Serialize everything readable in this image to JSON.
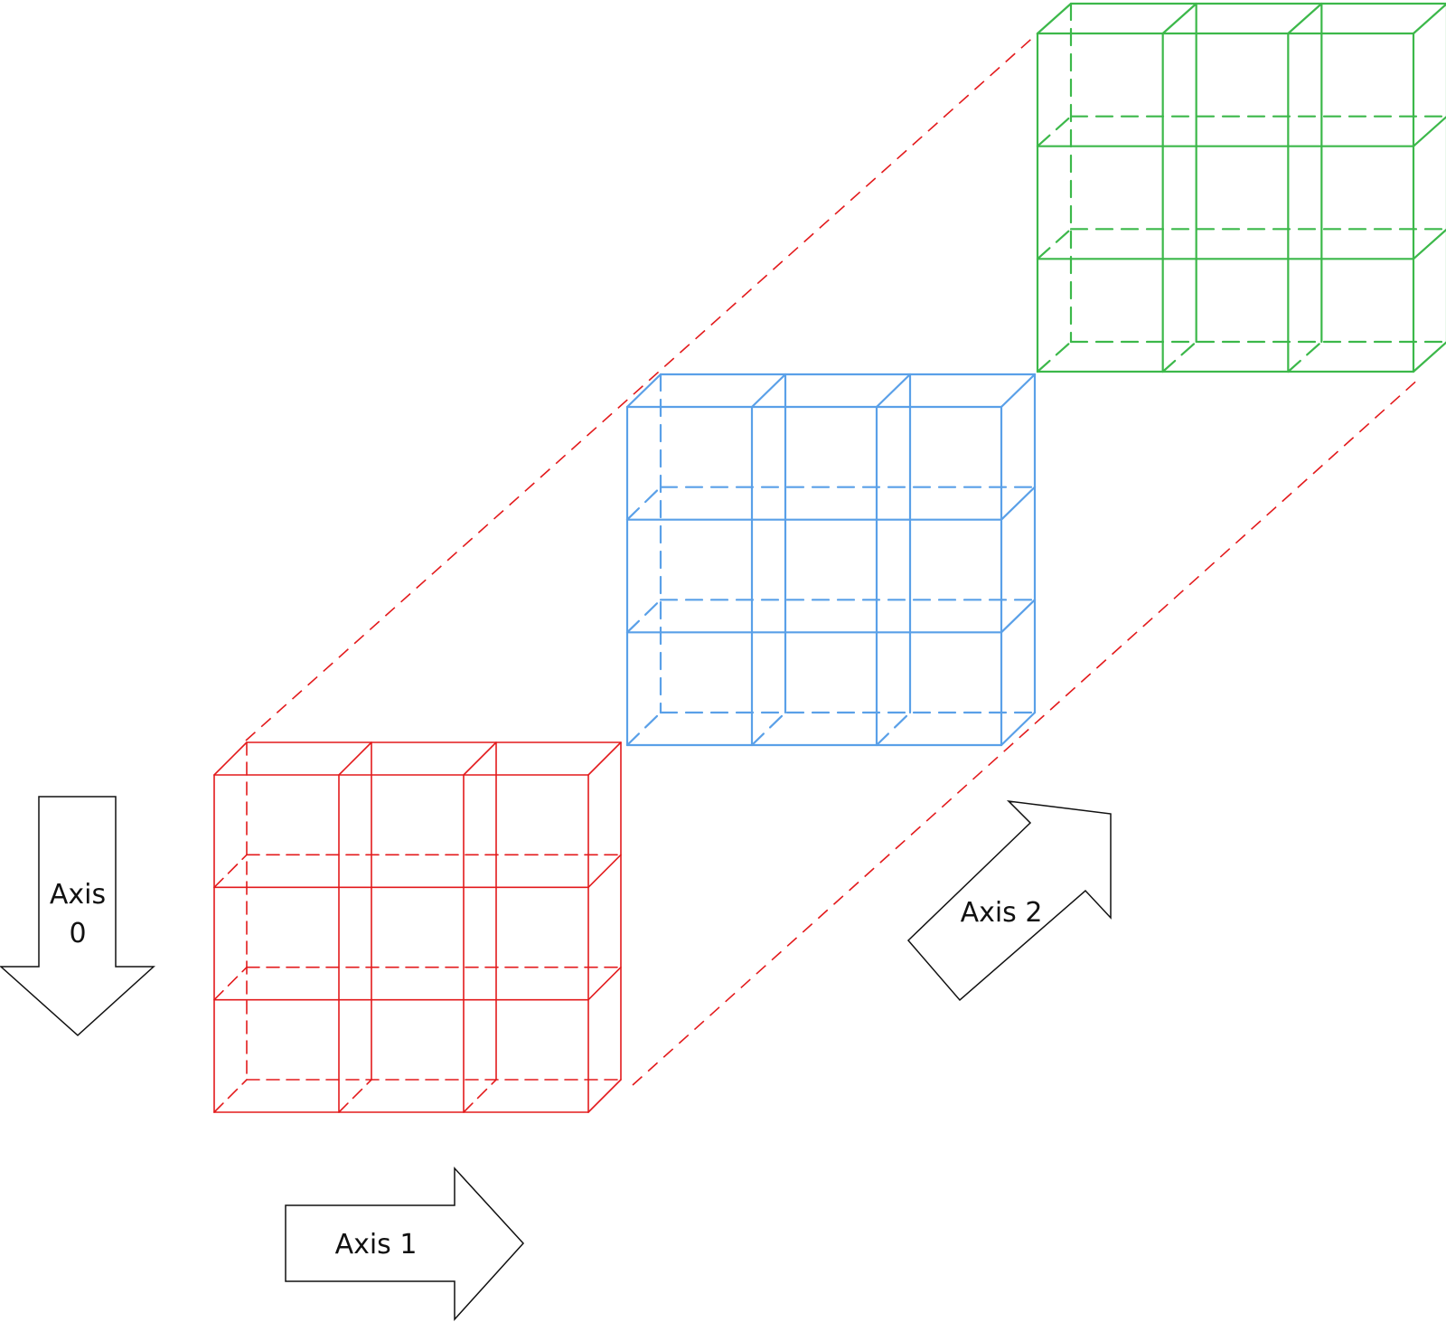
{
  "axes": {
    "axis0": {
      "line1": "Axis",
      "line2": "0"
    },
    "axis1": {
      "label": "Axis 1"
    },
    "axis2": {
      "label": "Axis 2"
    }
  },
  "blocks": [
    {
      "id": "red",
      "color": "#e31a1c"
    },
    {
      "id": "blue",
      "color": "#5aa0e8"
    },
    {
      "id": "green",
      "color": "#3cb84a"
    }
  ],
  "connector_color": "#e31a1c",
  "arrow_color": "#111111",
  "grid_cells": 3
}
